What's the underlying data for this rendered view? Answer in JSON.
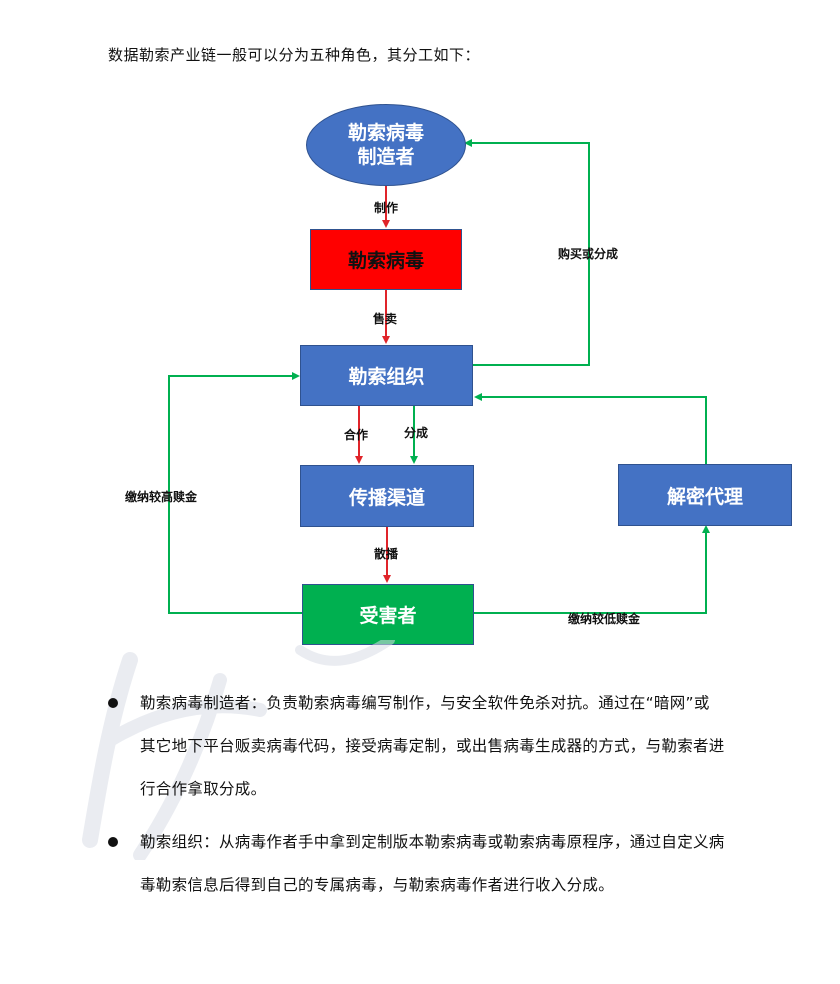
{
  "intro_text": "数据勒索产业链一般可以分为五种角色，其分工如下：",
  "nodes": {
    "maker": "勒索病毒\n制造者",
    "virus": "勒索病毒",
    "org": "勒索组织",
    "channel": "传播渠道",
    "decrypt": "解密代理",
    "victim": "受害者"
  },
  "edge_labels": {
    "make": "制作",
    "sell": "售卖",
    "buy_or_share": "购买或分成",
    "cooperate": "合作",
    "share": "分成",
    "spread": "散播",
    "pay_high": "缴纳较高赎金",
    "pay_low": "缴纳较低赎金"
  },
  "colors": {
    "blue": "#4472c4",
    "red": "#ff0000",
    "green_node": "#00b050",
    "red_arrow": "#e0242a",
    "green_arrow": "#00b050"
  },
  "bullets": [
    {
      "lines": [
        "勒索病毒制造者：负责勒索病毒编写制作，与安全软件免杀对抗。通过在“暗网”或",
        "其它地下平台贩卖病毒代码，接受病毒定制，或出售病毒生成器的方式，与勒索者进",
        "行合作拿取分成。"
      ]
    },
    {
      "lines": [
        "勒索组织：从病毒作者手中拿到定制版本勒索病毒或勒索病毒原程序，通过自定义病",
        "毒勒索信息后得到自己的专属病毒，与勒索病毒作者进行收入分成。"
      ]
    }
  ]
}
